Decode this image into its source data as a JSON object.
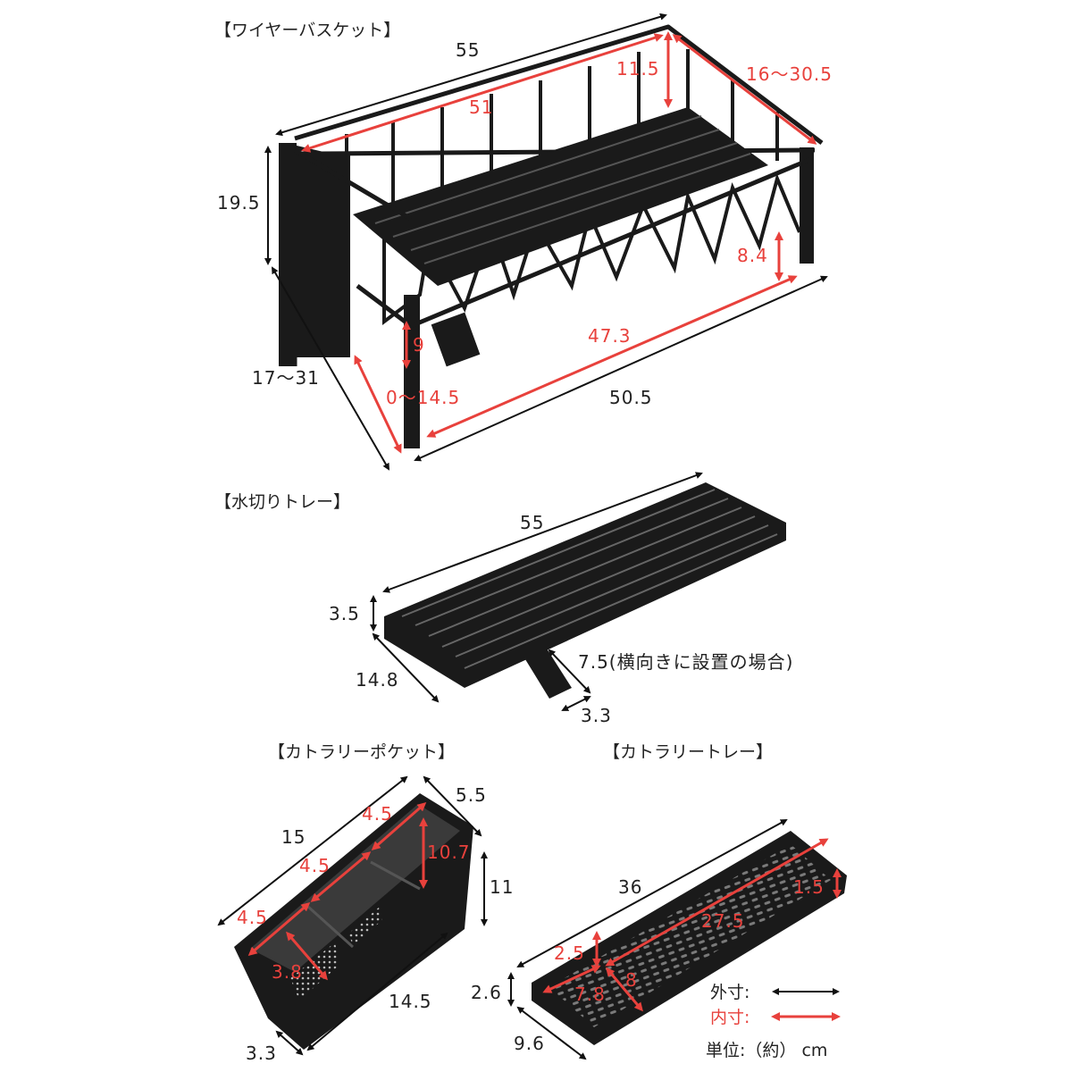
{
  "colors": {
    "outer": "#111111",
    "inner": "#e8413c",
    "product": "#1a1a1a"
  },
  "sections": {
    "wire_basket": "【ワイヤーバスケット】",
    "drain_tray": "【水切りトレー】",
    "cutlery_pocket": "【カトラリーポケット】",
    "cutlery_tray": "【カトラリートレー】"
  },
  "basket": {
    "width": "55",
    "inner_length": "51",
    "inner_height": "11.5",
    "depth_range": "16～30.5",
    "height": "19.5",
    "leg_height": "8.4",
    "inner_bottom": "47.3",
    "foot_height": "9",
    "depth_outer": "17～31",
    "slide_range": "0～14.5",
    "bottom_width": "50.5"
  },
  "drain_tray": {
    "width": "55",
    "height": "3.5",
    "depth": "14.8",
    "spout": "7.5(横向きに設置の場合)",
    "spout_width": "3.3"
  },
  "cutlery_pocket": {
    "length": "15",
    "depth": "5.5",
    "comp1": "4.5",
    "comp2": "4.5",
    "comp3": "4.5",
    "inner_height": "10.7",
    "height": "11",
    "inner_depth": "3.8",
    "bottom_length": "14.5",
    "bottom_depth": "3.3"
  },
  "cutlery_tray": {
    "length": "36",
    "inner_height": "1.5",
    "inner_length": "27.5",
    "rib": "2.5",
    "height": "2.6",
    "inner_w1": "7.8",
    "inner_w2": "8",
    "depth": "9.6"
  },
  "legend": {
    "outer": "外寸:",
    "inner": "内寸:",
    "unit": "単位:（約） cm"
  }
}
